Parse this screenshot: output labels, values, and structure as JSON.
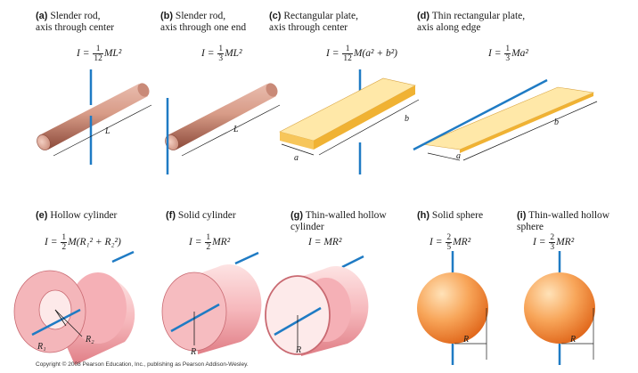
{
  "colors": {
    "axis": "#1f7bc4",
    "rod_light": "#dba391",
    "rod_dark": "#8c4a3a",
    "plate_top": "#ffe8a8",
    "plate_side": "#f2b93a",
    "cyl_light": "#fbd6d6",
    "cyl_dark": "#e07e86",
    "sphere_light": "#ffd7a0",
    "sphere_dark": "#e8721e"
  },
  "top_row": [
    {
      "letter": "(a)",
      "caption": "Slender rod,\naxis through center",
      "lhs": "I = ",
      "num": "1",
      "den": "12",
      "rhs": "ML²",
      "dim_label": "L"
    },
    {
      "letter": "(b)",
      "caption": "Slender rod,\naxis through one end",
      "lhs": "I = ",
      "num": "1",
      "den": "3",
      "rhs": "ML²",
      "dim_label": "L"
    },
    {
      "letter": "(c)",
      "caption": "Rectangular plate,\naxis through center",
      "lhs": "I = ",
      "num": "1",
      "den": "12",
      "rhs": "M(a² + b²)",
      "dim_a": "a",
      "dim_b": "b"
    },
    {
      "letter": "(d)",
      "caption": "Thin rectangular plate,\naxis along edge",
      "lhs": "I = ",
      "num": "1",
      "den": "3",
      "rhs": "Ma²",
      "dim_a": "a",
      "dim_b": "b"
    }
  ],
  "bottom_row": [
    {
      "letter": "(e)",
      "caption": "Hollow cylinder",
      "lhs": "I = ",
      "num": "1",
      "den": "2",
      "rhs": "M(R₁² + R₂²)",
      "r1": "R₁",
      "r2": "R₂"
    },
    {
      "letter": "(f)",
      "caption": "Solid cylinder",
      "lhs": "I = ",
      "num": "1",
      "den": "2",
      "rhs": "MR²",
      "r": "R"
    },
    {
      "letter": "(g)",
      "caption": "Thin-walled hollow\ncylinder",
      "formula_text": "I = MR²",
      "r": "R"
    },
    {
      "letter": "(h)",
      "caption": "Solid sphere",
      "lhs": "I = ",
      "num": "2",
      "den": "5",
      "rhs": "MR²",
      "r": "R"
    },
    {
      "letter": "(i)",
      "caption": "Thin-walled hollow\nsphere",
      "lhs": "I = ",
      "num": "2",
      "den": "3",
      "rhs": "MR²",
      "r": "R"
    }
  ],
  "copyright": "Copyright © 2008 Pearson Education, Inc., publishing as Pearson Addison-Wesley."
}
